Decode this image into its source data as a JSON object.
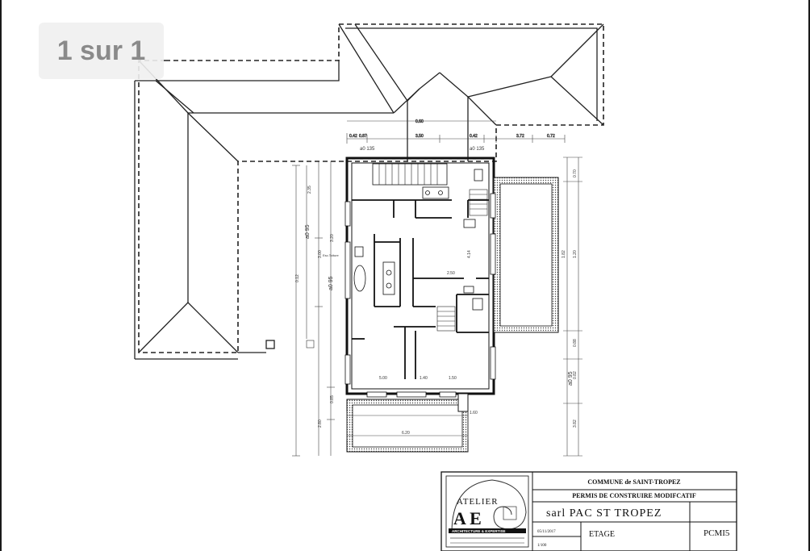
{
  "page_indicator": "1 sur 1",
  "plan": {
    "dimensions": [
      "0.42",
      "0.87",
      "0.60",
      "3.50",
      "0.42",
      "3.72",
      "0.72",
      "0.12",
      "2.35",
      "3.00",
      "3.20",
      "2.80",
      "0.85",
      "0.70",
      "1.20",
      "1.82",
      "0.88",
      "0.82",
      "3.82",
      "5.00",
      "1.40",
      "1.50",
      "6.20",
      "1.60",
      "2.50",
      "4.14"
    ],
    "level_labels": [
      "a0 135",
      "a0 135",
      "a0 95",
      "a0 95",
      "a0 95"
    ],
    "room_note": "Esc.Toiture"
  },
  "title_block": {
    "commune": "COMMUNE de SAINT-TROPEZ",
    "permit": "PERMIS DE CONSTRUIRE MODIFCATIF",
    "client": "sarl PAC ST TROPEZ",
    "date": "05/11/2017",
    "scale": "1/100",
    "level": "ETAGE",
    "sheet": "PCMI5",
    "logo_word": "ATELIER",
    "logo_letters": "A E",
    "logo_subtitle": "ARCHITECTURE & EXPERTISE"
  }
}
